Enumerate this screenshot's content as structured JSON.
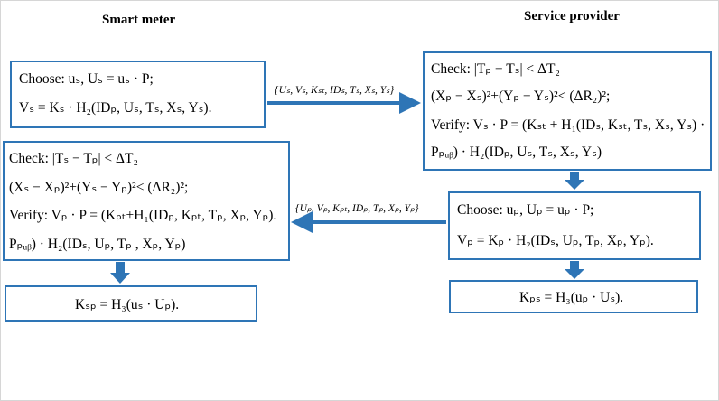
{
  "headings": {
    "left": "Smart meter",
    "right": "Service provider"
  },
  "box_sm_choose": {
    "line1": "Choose: uₛ, Uₛ = uₛ · P;",
    "line2": "Vₛ = Kₛ · H₂(IDₚ, Uₛ, Tₛ, Xₛ, Yₛ)."
  },
  "msg_sm_to_sp": "{Uₛ, Vₛ, Kₛₜ, IDₛ, Tₛ, Xₛ, Yₛ}",
  "box_sp_check": {
    "line1": "Check: |Tₚ − Tₛ| < ΔT₂",
    "line2": "(Xₚ − Xₛ)²+(Yₚ − Yₛ)²< (ΔR₂)²;",
    "line3": "Verify: Vₛ · P = (Kₛₜ + H₁(IDₛ, Kₛₜ, Tₛ, Xₛ, Yₛ) ·",
    "line4": "Pₚᵤᵦ) · H₂(IDₚ, Uₛ, Tₛ, Xₛ, Yₛ)"
  },
  "box_sp_choose": {
    "line1": "Choose: uₚ, Uₚ = uₚ · P;",
    "line2": "Vₚ = Kₚ · H₂(IDₛ, Uₚ, Tₚ, Xₚ, Yₚ)."
  },
  "msg_sp_to_sm": "{Uₚ, Vₚ, Kₚₜ, IDₚ, Tₚ, Xₚ, Yₚ}",
  "box_sm_check": {
    "line1": "Check: |Tₛ − Tₚ| < ΔT₂",
    "line2": "(Xₛ − Xₚ)²+(Yₛ − Yₚ)²< (ΔR₂)²;",
    "line3": "Verify: Vₚ · P = (Kₚₜ+H₁(IDₚ, Kₚₜ, Tₚ, Xₚ, Yₚ).",
    "line4": "Pₚᵤᵦ) · H₂(IDₛ, Uₚ, Tₚ , Xₚ, Yₚ)"
  },
  "box_sm_key": {
    "line1": "Kₛₚ = H₃(uₛ · Uₚ)."
  },
  "box_sp_key": {
    "line1": "Kₚₛ = H₃(uₚ · Uₛ)."
  },
  "colors": {
    "box_border": "#2e75b6",
    "arrow": "#2e75b6"
  }
}
